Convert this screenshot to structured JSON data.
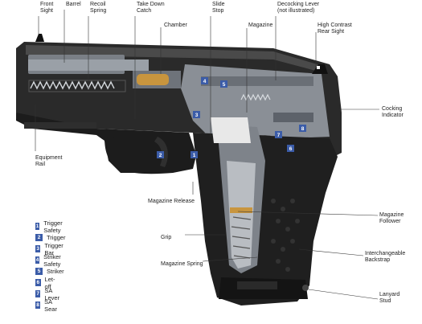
{
  "labels": {
    "front_sight": "Front\nSight",
    "barrel": "Barrel",
    "recoil_spring": "Recoil\nSpring",
    "take_down_catch": "Take Down\nCatch",
    "slide_stop": "Slide\nStop",
    "chamber": "Chamber",
    "magazine": "Magazine",
    "decocking_lever": "Decocking Lever\n(not illustrated)",
    "rear_sight": "High Contrast\nRear Sight",
    "cocking_indicator": "Cocking\nIndicator",
    "equipment_rail": "Equipment\nRail",
    "magazine_release": "Magazine Release",
    "grip": "Grip",
    "magazine_spring": "Magazine Spring",
    "magazine_follower": "Magazine\nFollower",
    "backstrap": "Interchangeable\nBackstrap",
    "lanyard_stud": "Lanyard\nStud"
  },
  "legend": [
    {
      "num": "1",
      "label": "Trigger Safety"
    },
    {
      "num": "2",
      "label": "Trigger"
    },
    {
      "num": "3",
      "label": "Trigger Bar"
    },
    {
      "num": "4",
      "label": "Striker Safety"
    },
    {
      "num": "5",
      "label": "Striker"
    },
    {
      "num": "6",
      "label": "Let-off"
    },
    {
      "num": "7",
      "label": "SA Lever"
    },
    {
      "num": "8",
      "label": "SA Sear"
    }
  ],
  "colors": {
    "badge": "#3b5ca8",
    "frame": "#1c1c1c",
    "slide": "#2a2a2a",
    "cutaway": "#8a8f96",
    "brass": "#c8953e"
  }
}
